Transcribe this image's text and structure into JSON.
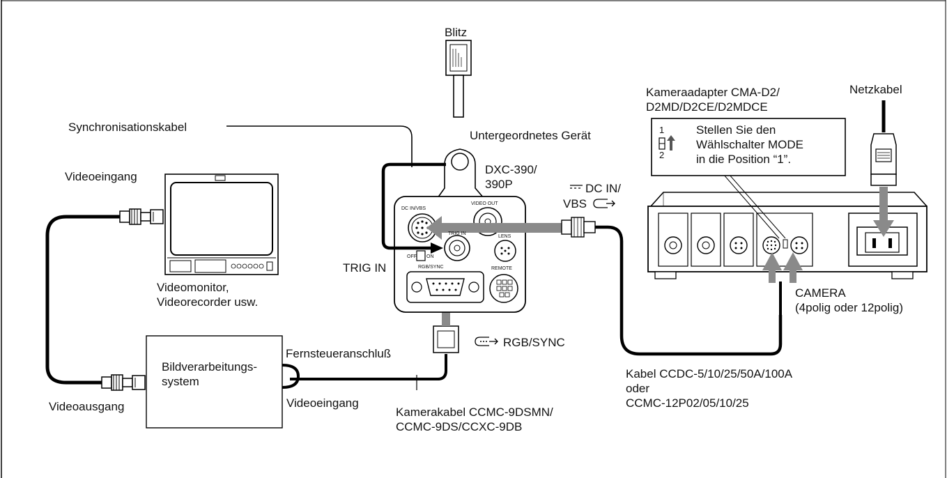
{
  "labels": {
    "flash": "Blitz",
    "sync_cable": "Synchronisationskabel",
    "slave_device": "Untergeordnetes Gerät",
    "camera_model": "DXC-390/\n390P",
    "dc_in_vbs": "DC IN/\nVBS",
    "trig_in": "TRIG IN",
    "video_input_monitor": "Videoeingang",
    "video_monitor": "Videomonitor,\nVideorecorder usw.",
    "image_system": "Bildverarbeitungs-\nsystem",
    "remote_connector": "Fernsteueranschluß",
    "video_output": "Videoausgang",
    "video_input_system": "Videoeingang",
    "rgb_sync": "RGB/SYNC",
    "camera_cable": "Kamerakabel CCMC-9DSMN/\nCCMC-9DS/CCXC-9DB",
    "adapter": "Kameraadapter CMA-D2/\nD2MD/D2CE/D2MDCE",
    "mode_note": "Stellen Sie den\nWählschalter MODE\nin die Position “1”.",
    "mode_1": "1",
    "mode_2": "2",
    "power_cable": "Netzkabel",
    "camera_connector": "CAMERA\n(4polig oder 12polig)",
    "ccdc_cable": "Kabel CCDC-5/10/25/50A/100A\noder\nCCMC-12P02/05/10/25",
    "cam_dc_in_small": "DC IN/VBS",
    "cam_video_out_small": "VIDEO OUT",
    "cam_trig_in_small": "TRIG IN",
    "cam_lens_small": "LENS",
    "cam_remote_small": "REMOTE",
    "cam_rgb_sync_small": "RGB/SYNC",
    "cam_off_small": "OFF",
    "cam_on_small": "ON"
  }
}
